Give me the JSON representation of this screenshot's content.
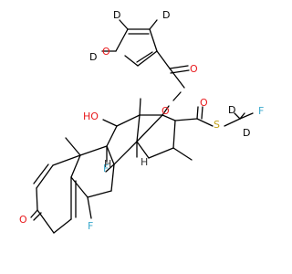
{
  "diagram": {
    "atoms": {
      "ring_oxygen": "O",
      "ester_carbonyl_o": "O",
      "ester_link_o": "O",
      "c17_ester_o": "O",
      "thioester_carbonyl_o": "O",
      "thioester_s": "S",
      "hydroxyl": "HO",
      "fluorine_cf2": "F",
      "fluorine_9": "F",
      "fluorine_6": "F",
      "ketone_o": "O",
      "h_8": "H",
      "h_14": "H",
      "deuterium_3": "D",
      "deuterium_4": "D",
      "deuterium_5": "D",
      "deuterium_ch_a": "D",
      "deuterium_ch_b": "D"
    },
    "colors": {
      "oxygen": "#e8191c",
      "fluorine": "#39a9cc",
      "sulfur": "#c2a016",
      "carbon_bond": "#000000",
      "hydrogen_label": "#333333"
    }
  }
}
